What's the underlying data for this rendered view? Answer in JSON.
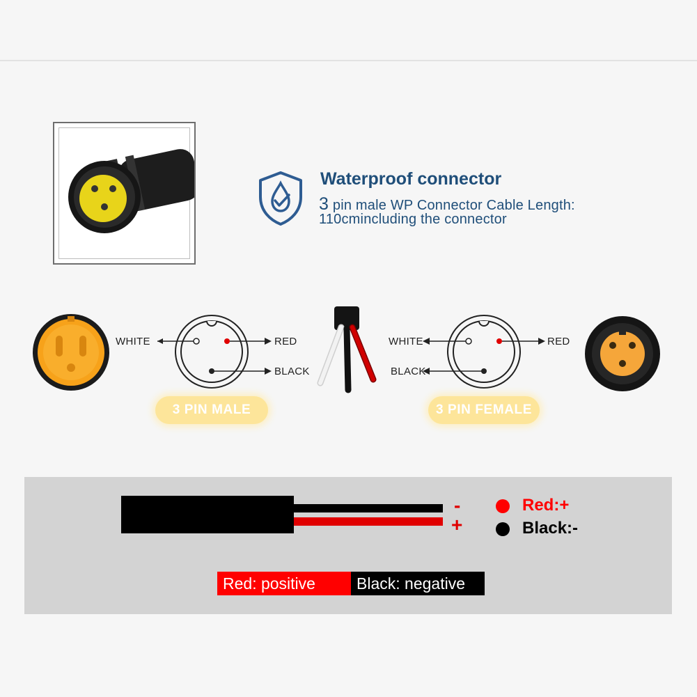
{
  "header": {
    "title": "Waterproof connector",
    "spec_digit": "3",
    "spec_rest": " pin male WP Connector Cable Length:",
    "spec_line2": "110cmincluding the connector"
  },
  "pinout": {
    "male": {
      "white": "WHITE",
      "red": "RED",
      "black": "BLACK",
      "badge": "3 PIN MALE"
    },
    "female": {
      "white": "WHITE",
      "red": "RED",
      "black": "BLACK",
      "badge": "3 PIN FEMALE"
    }
  },
  "cable": {
    "minus_sign": "-",
    "plus_sign": "+",
    "legend": [
      {
        "label": "Red:+",
        "color": "#ff0000"
      },
      {
        "label": "Black:-",
        "color": "#000000"
      }
    ],
    "banner": {
      "positive": "Red: positive",
      "negative": "Black: negative"
    }
  },
  "colors": {
    "title_blue": "#1f4e79",
    "connector_yellow": "#f7a21a",
    "wire_red": "#e00000",
    "badge_yellow": "#fde59a",
    "panel_gray": "#d3d3d3"
  },
  "icons": [
    "shield-drop-check-icon"
  ]
}
